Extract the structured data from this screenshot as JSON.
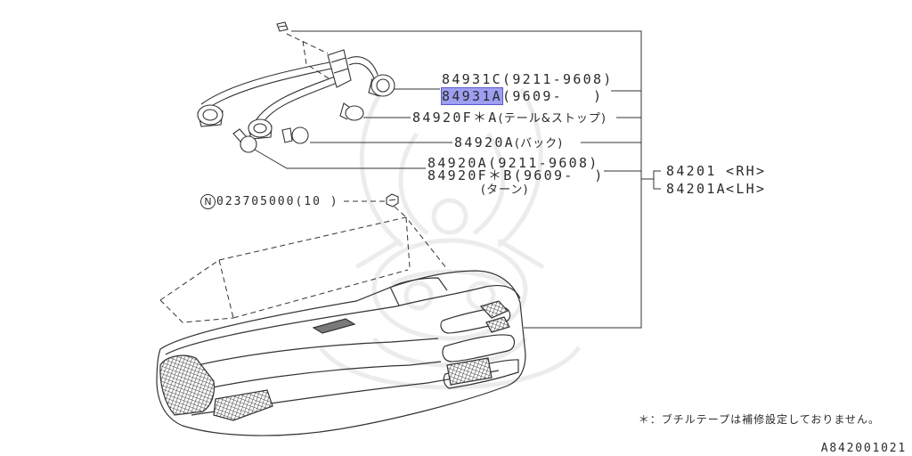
{
  "figure": {
    "code": "A842001021",
    "footnote": "＊：ブチルテープは補修設定しておりません。",
    "highlight_color": "#9e9ef2"
  },
  "callouts": {
    "socket_early": {
      "part": "84931C",
      "note": "(9211-9608)"
    },
    "socket_late": {
      "part": "84931A",
      "note": "(9609-   )",
      "highlighted": true
    },
    "tail_stop_bulb": {
      "part": "84920F＊A",
      "note": "(テール&ストップ)"
    },
    "back_bulb": {
      "part": "84920A",
      "note": "(バック)"
    },
    "turn_bulb_early": {
      "part": "84920A",
      "note": "(9211-9608)"
    },
    "turn_bulb_late": {
      "part": "84920F＊B",
      "note": "(9609-  )"
    },
    "turn_caption": "(ターン)",
    "nut": {
      "symbol": "N",
      "part": "023705000",
      "note": "(10 )"
    }
  },
  "assemblies": [
    {
      "part": "84201",
      "side": "<RH>"
    },
    {
      "part": "84201A",
      "side": "<LH>"
    }
  ]
}
